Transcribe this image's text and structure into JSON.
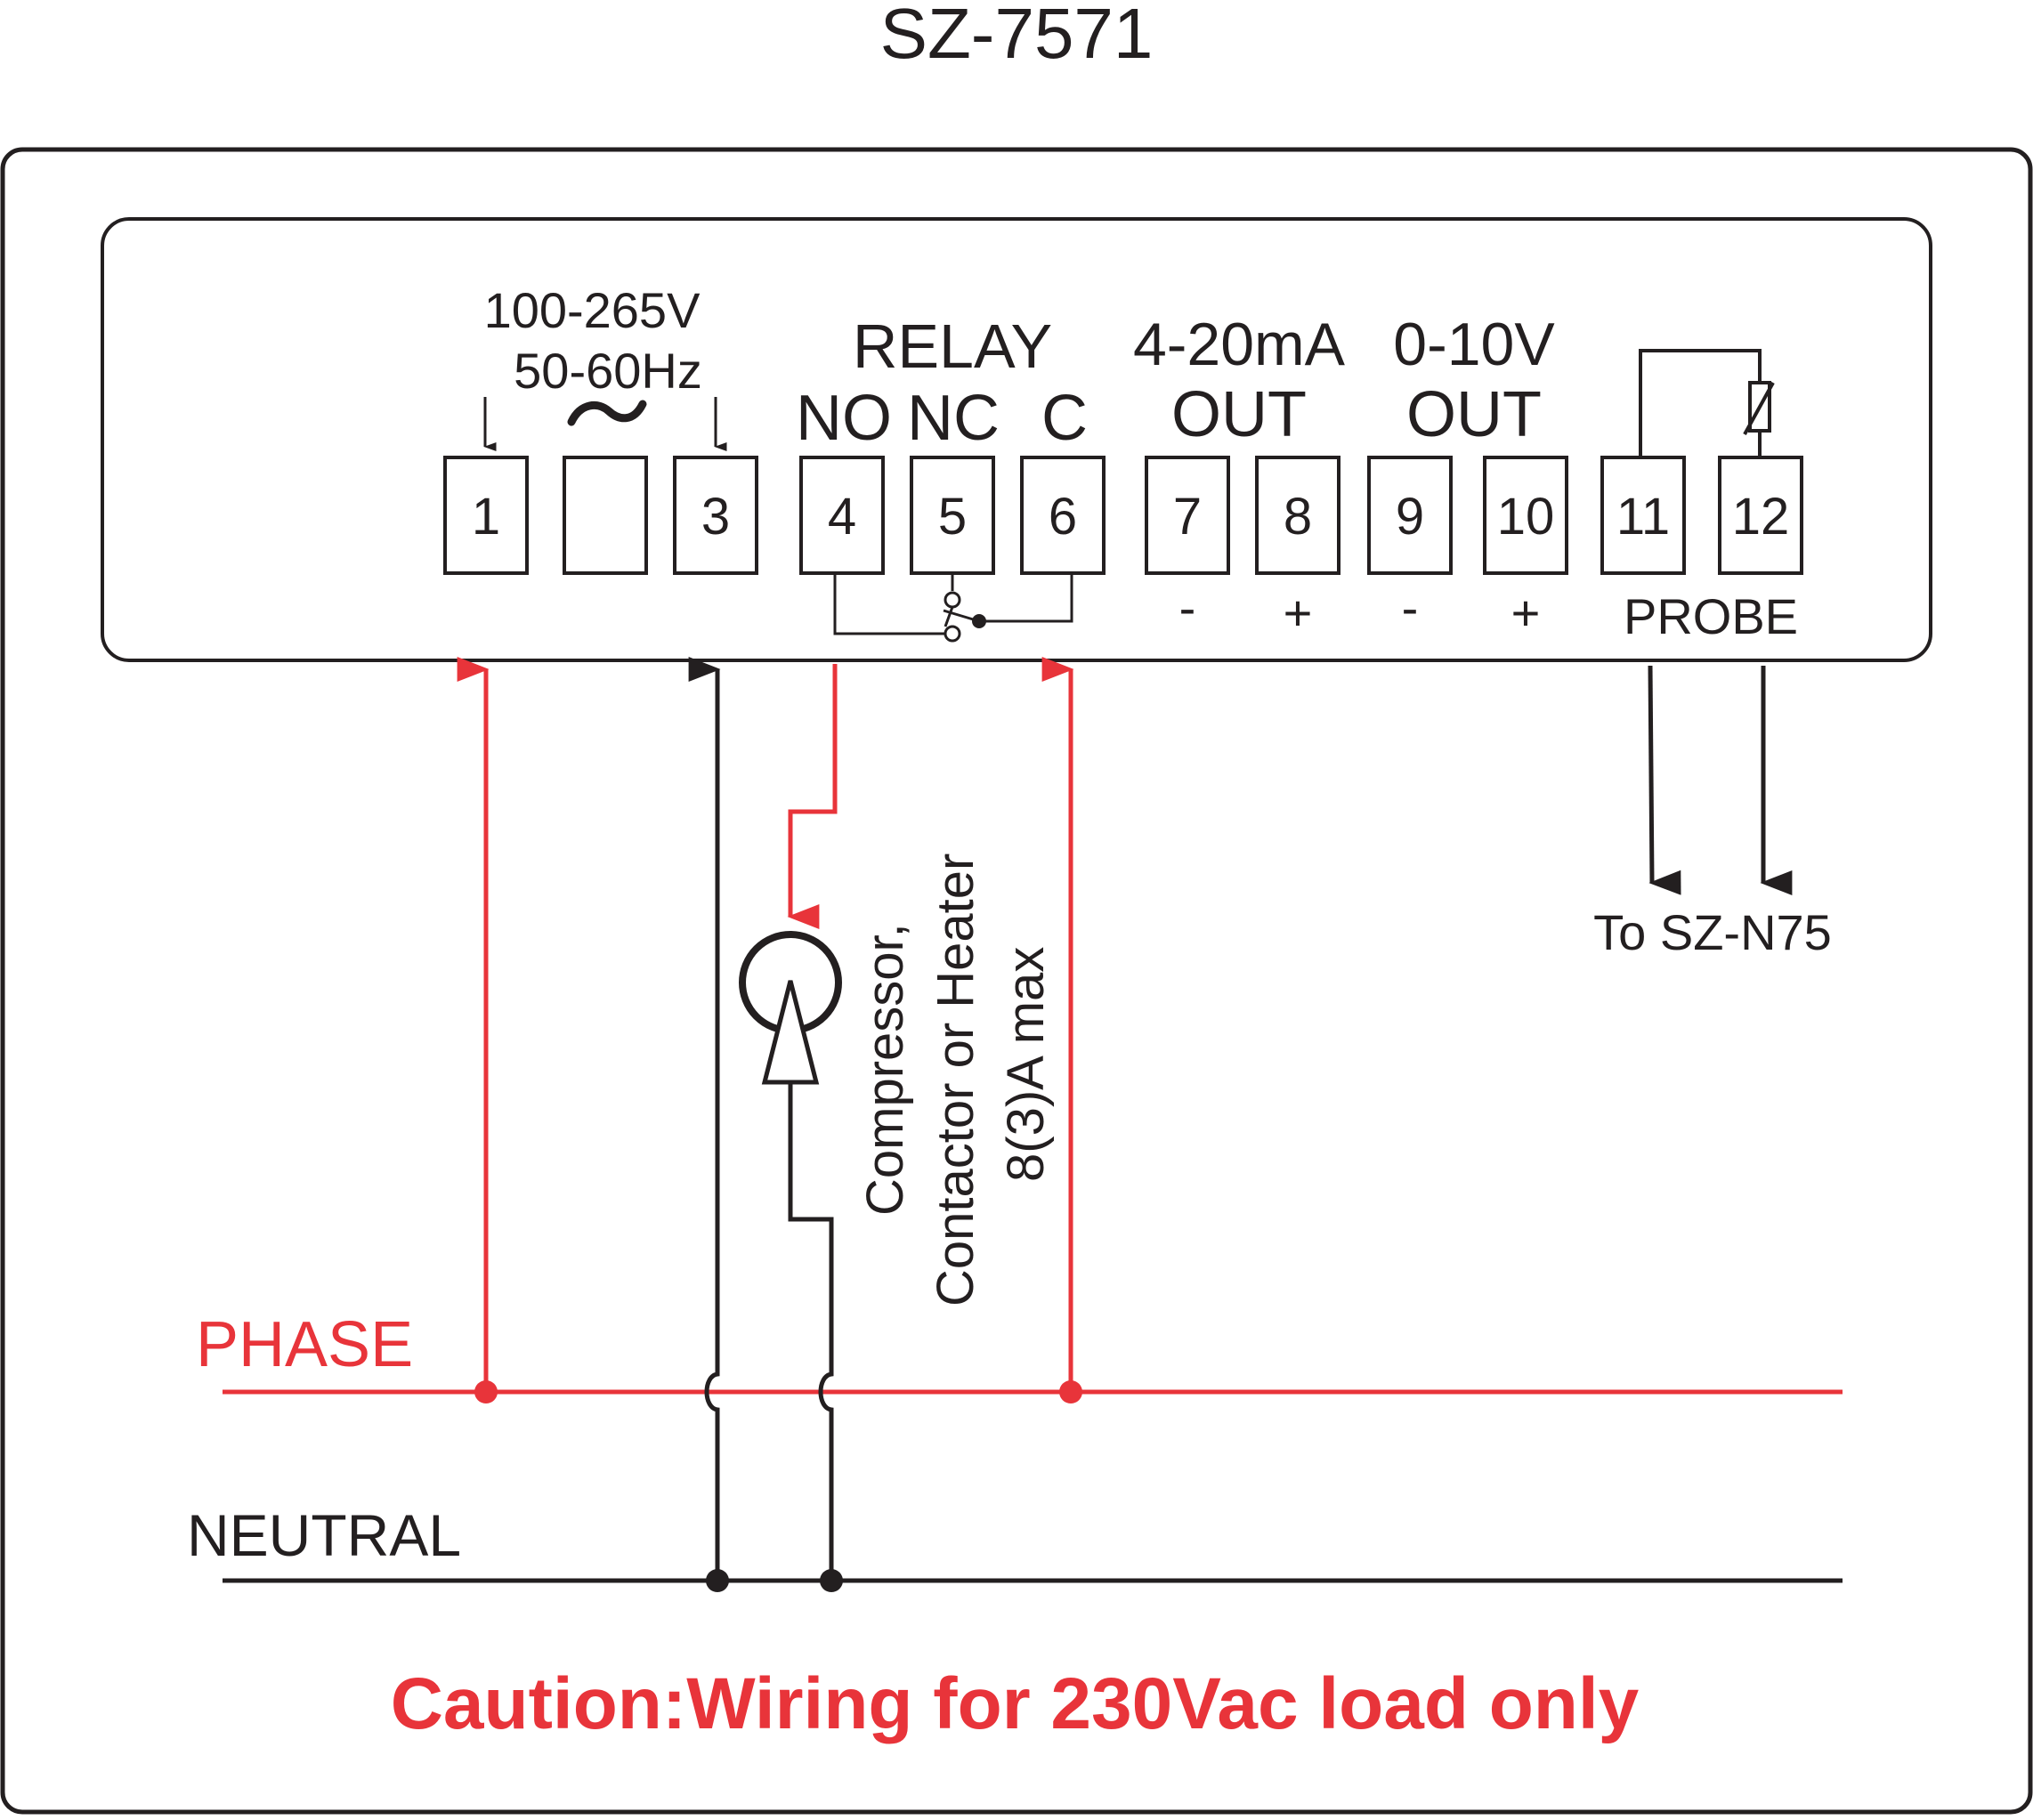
{
  "title": "SZ-7571",
  "supply": {
    "voltage": "100-265V",
    "frequency": "50-60Hz",
    "ac_symbol": "~"
  },
  "relay": {
    "heading": "RELAY",
    "no": "NO",
    "nc": "NC",
    "c": "C"
  },
  "current_out": {
    "line1": "4-20mA",
    "line2": "OUT"
  },
  "voltage_out": {
    "line1": "0-10V",
    "line2": "OUT"
  },
  "terminals": [
    "1",
    "",
    "3",
    "4",
    "5",
    "6",
    "7",
    "8",
    "9",
    "10",
    "11",
    "12"
  ],
  "polarity": {
    "t7": "-",
    "t8": "+",
    "t9": "-",
    "t10": "+"
  },
  "probe": {
    "label": "PROBE",
    "destination": "To SZ-N75"
  },
  "load": {
    "line1": "Compressor,",
    "line2": "Contactor or Heater",
    "line3": "8(3)A max"
  },
  "phase_label": "PHASE",
  "neutral_label": "NEUTRAL",
  "caution": "Caution:Wiring for 230Vac load only",
  "colors": {
    "phase": "#e8343a",
    "neutral": "#231f20"
  }
}
